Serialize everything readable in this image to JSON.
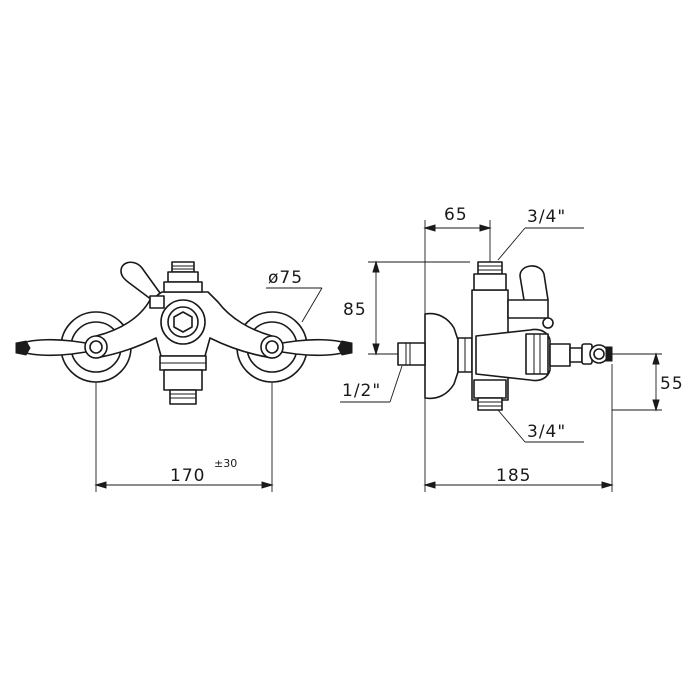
{
  "front_view": {
    "width_dimension": "170",
    "width_tolerance": "±30",
    "diameter_dimension": "ø75"
  },
  "side_view": {
    "depth_dimension": "65",
    "top_outlet_thread": "3/4\"",
    "height_dimension": "85",
    "wall_inlet_thread": "1/2\"",
    "bottom_outlet_thread": "3/4\"",
    "projection_dimension": "185",
    "lever_offset_dimension": "55"
  }
}
